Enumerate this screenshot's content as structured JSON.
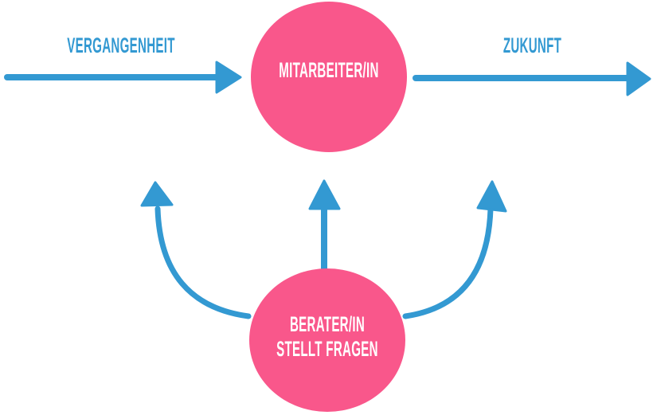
{
  "diagram": {
    "flow": {
      "past_label": "VERGANGENHEIT",
      "future_label": "ZUKUNFT"
    },
    "nodes": {
      "employee": {
        "label": "MITARBEITER/IN"
      },
      "consultant": {
        "line1": "BERATER/IN",
        "line2": "STELLT FRAGEN"
      }
    },
    "colors": {
      "arrow_blue": "#3399D2",
      "node_pink": "#F9578B",
      "node_text_white": "#FFFFFF",
      "canvas_bg": "#FFFFFF"
    }
  }
}
